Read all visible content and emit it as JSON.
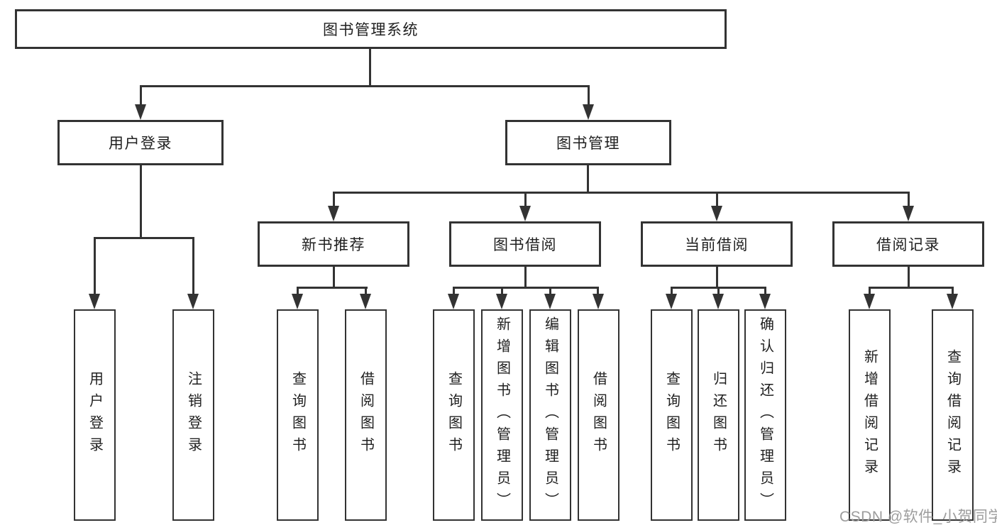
{
  "colors": {
    "line": "#333333",
    "text": "#1f1f1f",
    "background": "#ffffff",
    "watermark": "#9d9d9d"
  },
  "watermark": {
    "text": "CSDN @软件_小贺同学"
  },
  "tree": {
    "root": {
      "label": "图书管理系统",
      "children": [
        {
          "label": "用户登录",
          "children": [
            {
              "label": "用户登录"
            },
            {
              "label": "注销登录"
            }
          ]
        },
        {
          "label": "图书管理",
          "children": [
            {
              "label": "新书推荐",
              "children": [
                {
                  "label": "查询图书"
                },
                {
                  "label": "借阅图书"
                }
              ]
            },
            {
              "label": "图书借阅",
              "children": [
                {
                  "label": "查询图书"
                },
                {
                  "label": "新增图书（管理员）"
                },
                {
                  "label": "编辑图书（管理员）"
                },
                {
                  "label": "借阅图书"
                }
              ]
            },
            {
              "label": "当前借阅",
              "children": [
                {
                  "label": "查询图书"
                },
                {
                  "label": "归还图书"
                },
                {
                  "label": "确认归还（管理员）"
                }
              ]
            },
            {
              "label": "借阅记录",
              "children": [
                {
                  "label": "新增借阅记录"
                },
                {
                  "label": "查询借阅记录"
                }
              ]
            }
          ]
        }
      ]
    }
  }
}
